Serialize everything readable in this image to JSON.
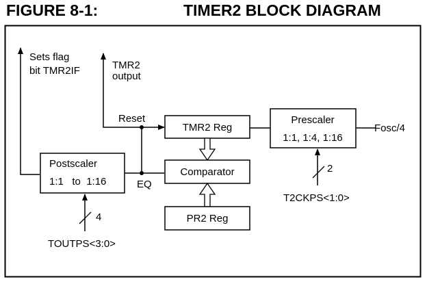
{
  "figure": {
    "number": "FIGURE 8-1:",
    "title": "TIMER2 BLOCK DIAGRAM"
  },
  "blocks": {
    "tmr2_reg": "TMR2 Reg",
    "comparator": "Comparator",
    "pr2_reg": "PR2 Reg",
    "postscaler": {
      "line1": "Postscaler",
      "line2": "1:1   to  1:16"
    },
    "prescaler": {
      "line1": "Prescaler",
      "line2": "1:1, 1:4, 1:16"
    }
  },
  "signals": {
    "sets_flag_line1": "Sets flag",
    "sets_flag_line2": "bit TMR2IF",
    "tmr2_output_line1": "TMR2",
    "tmr2_output_line2": "output",
    "reset": "Reset",
    "eq": "EQ",
    "fosc": "Fosc/4",
    "t2ckps": "T2CKPS<1:0>",
    "t2ckps_width": "2",
    "toutps": "TOUTPS<3:0>",
    "toutps_width": "4"
  },
  "colors": {
    "stroke": "#000000",
    "background": "#ffffff"
  }
}
